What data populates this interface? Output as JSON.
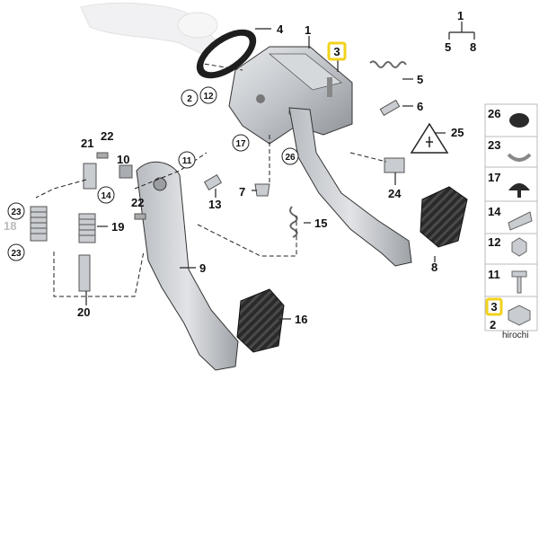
{
  "title": "",
  "parts": {
    "p1": "1",
    "p2": "2",
    "p3": "3",
    "p4": "4",
    "p5": "5",
    "p6": "6",
    "p7": "7",
    "p8": "8",
    "p9": "9",
    "p10": "10",
    "p11": "11",
    "p12": "12",
    "p13": "13",
    "p14": "14",
    "p15": "15",
    "p16": "16",
    "p17": "17",
    "p18": "18",
    "p19": "19",
    "p20": "20",
    "p21": "21",
    "p22a": "22",
    "p22b": "22",
    "p23a": "23",
    "p23b": "23",
    "p24": "24",
    "p25": "25",
    "p26": "26"
  },
  "assembly_key": {
    "parent": "1",
    "child_a": "5",
    "child_b": "8"
  },
  "legend": [
    {
      "label": "26",
      "part": "rubber-grommet"
    },
    {
      "label": "23",
      "part": "clip"
    },
    {
      "label": "17",
      "part": "push-rivet"
    },
    {
      "label": "14",
      "part": "spring-clip"
    },
    {
      "label": "12",
      "part": "hex-nut"
    },
    {
      "label": "11",
      "part": "hex-bolt"
    },
    {
      "label": "3",
      "sub": "2",
      "part": "collar-nut",
      "highlight": true
    }
  ],
  "watermark": "hirochi",
  "colors": {
    "highlight": "#f2d21b",
    "metal": "#bfc3c8",
    "metal_dark": "#8c9096",
    "rubber": "#2a2a2a",
    "outline": "#222222"
  }
}
